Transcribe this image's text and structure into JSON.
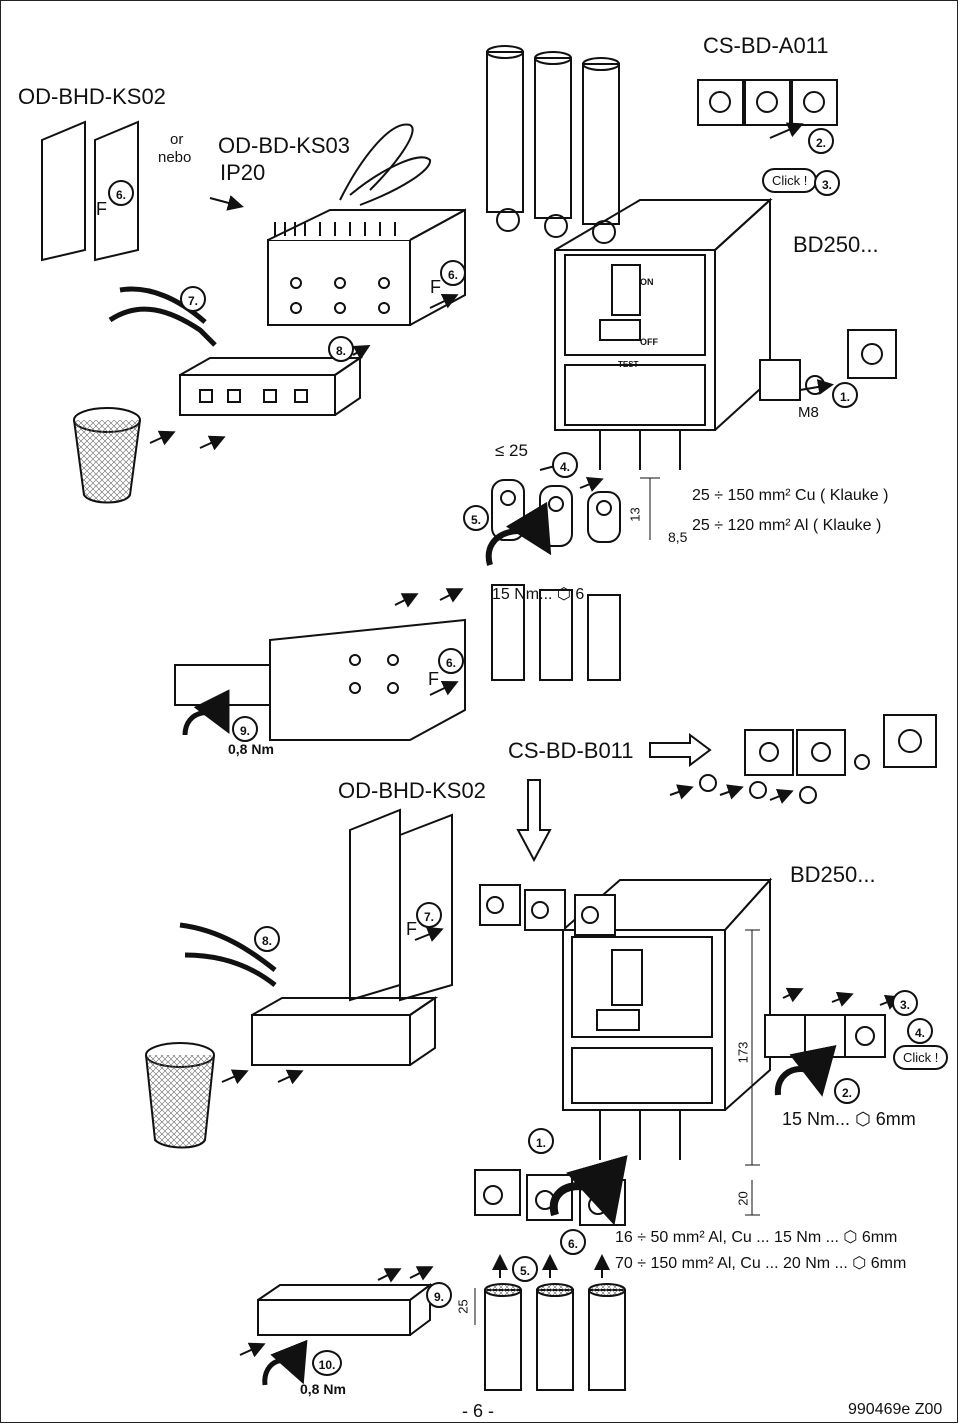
{
  "top": {
    "kit_title": "OD-BHD-KS02",
    "or_text": "or",
    "nebo_text": "nebo",
    "ip_kit": "OD-BD-KS03",
    "ip_class": "IP20",
    "accessory_title": "CS-BD-A011",
    "breaker_model": "BD250...",
    "nut_label": "M8",
    "click_text": "Click !",
    "min_length": "≤ 25",
    "dim_13": "13",
    "dim_hole": "8,5",
    "cable_spec_cu": "25 ÷ 150 mm² Cu ( Klauke )",
    "cable_spec_al": "25 ÷ 120 mm² Al   ( Klauke )",
    "torque_main": "15 Nm... ⬡ 6",
    "torque_cover": "0,8 Nm",
    "f_label": "F",
    "steps": {
      "s1": "1.",
      "s2": "2.",
      "s3": "3.",
      "s4": "4.",
      "s5": "5.",
      "s6": "6.",
      "s7": "7.",
      "s8": "8.",
      "s9": "9."
    }
  },
  "bottom": {
    "accessory_title": "CS-BD-B011",
    "kit_title": "OD-BHD-KS02",
    "breaker_model": "BD250...",
    "click_text": "Click !",
    "torque_main": "15 Nm... ⬡ 6mm",
    "dim_173": "173",
    "dim_20": "20",
    "dim_25": "25",
    "spec_small": "16 ÷  50 mm² Al, Cu ... 15 Nm ... ⬡ 6mm",
    "spec_large": "70 ÷ 150 mm² Al, Cu ... 20 Nm ... ⬡ 6mm",
    "torque_cover": "0,8 Nm",
    "f_label": "F",
    "steps": {
      "s1": "1.",
      "s2": "2.",
      "s3": "3.",
      "s4": "4.",
      "s5": "5.",
      "s6": "6.",
      "s7": "7.",
      "s8": "8.",
      "s9": "9.",
      "s10": "10."
    }
  },
  "breaker": {
    "on": "ON",
    "off": "OFF",
    "test": "TEST"
  },
  "footer": {
    "page": "- 6 -",
    "doc_code": "990469e Z00"
  }
}
